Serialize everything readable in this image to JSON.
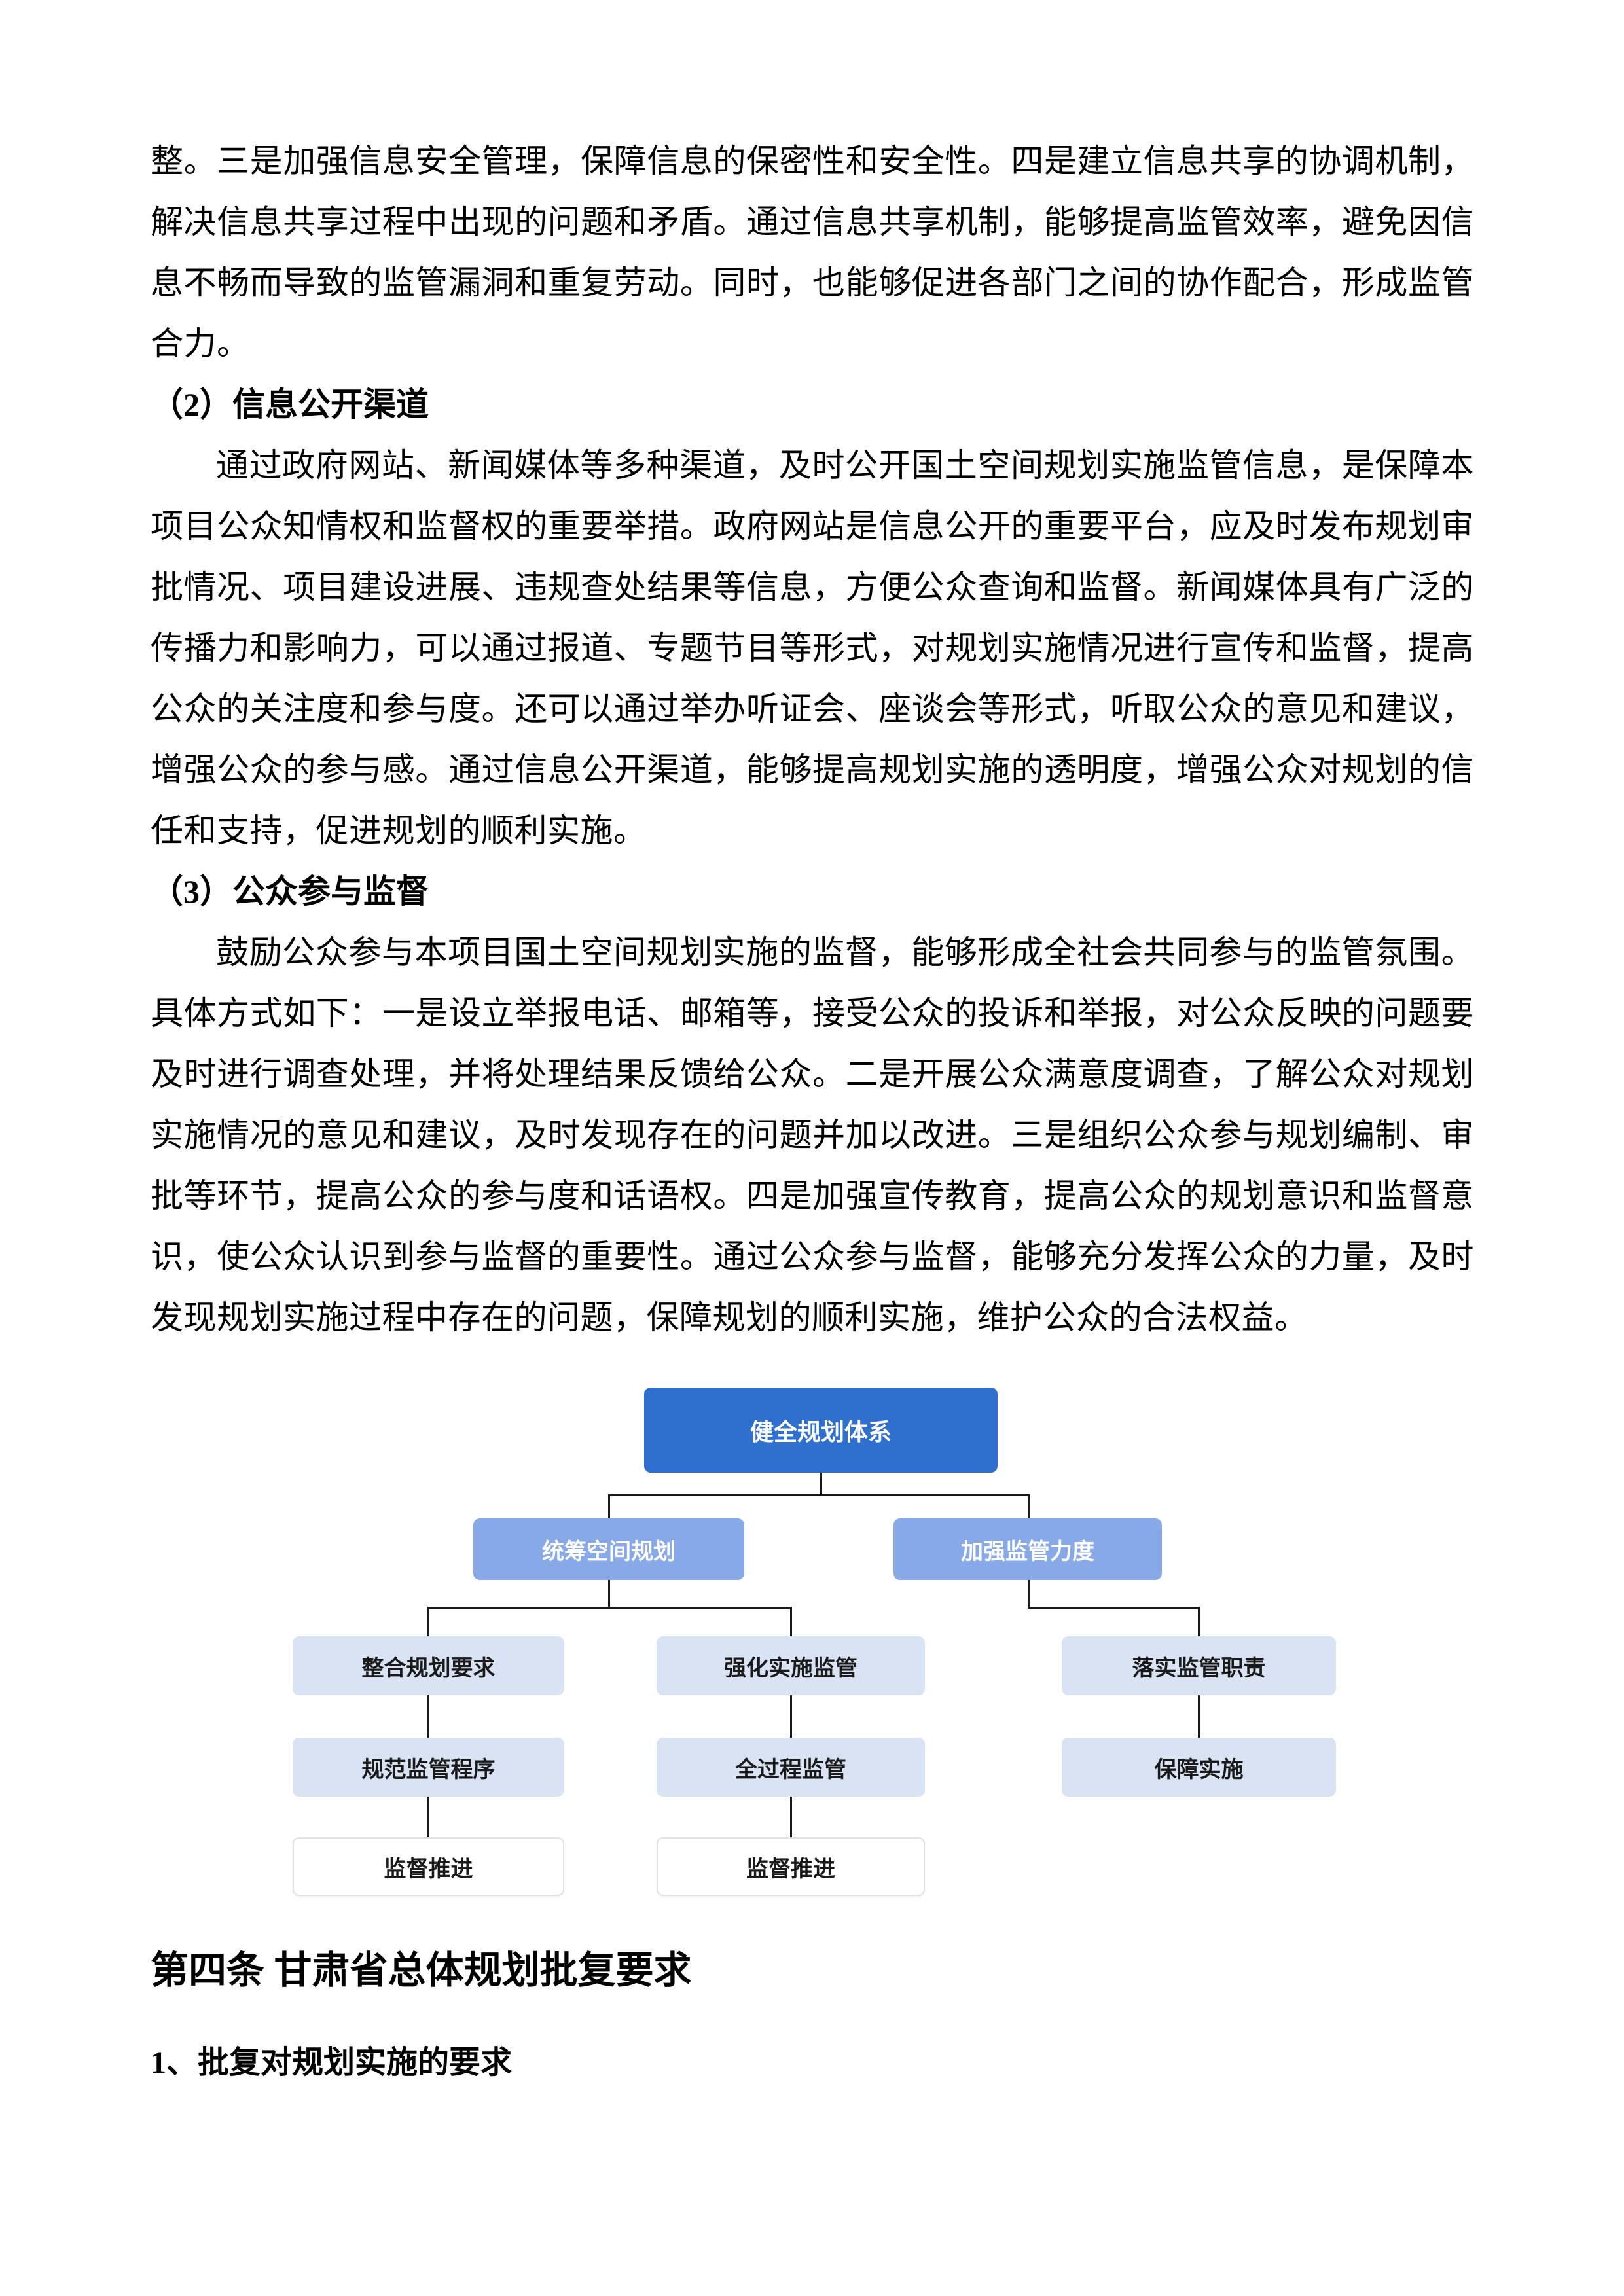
{
  "document": {
    "paragraphs": {
      "continuation": "整。三是加强信息安全管理，保障信息的保密性和安全性。四是建立信息共享的协调机制，解决信息共享过程中出现的问题和矛盾。通过信息共享机制，能够提高监管效率，避免因信息不畅而导致的监管漏洞和重复劳动。同时，也能够促进各部门之间的协作配合，形成监管合力。",
      "info_disclosure": "通过政府网站、新闻媒体等多种渠道，及时公开国土空间规划实施监管信息，是保障本项目公众知情权和监督权的重要举措。政府网站是信息公开的重要平台，应及时发布规划审批情况、项目建设进展、违规查处结果等信息，方便公众查询和监督。新闻媒体具有广泛的传播力和影响力，可以通过报道、专题节目等形式，对规划实施情况进行宣传和监督，提高公众的关注度和参与度。还可以通过举办听证会、座谈会等形式，听取公众的意见和建议，增强公众的参与感。通过信息公开渠道，能够提高规划实施的透明度，增强公众对规划的信任和支持，促进规划的顺利实施。",
      "public_participation": "鼓励公众参与本项目国土空间规划实施的监督，能够形成全社会共同参与的监管氛围。具体方式如下：一是设立举报电话、邮箱等，接受公众的投诉和举报，对公众反映的问题要及时进行调查处理，并将处理结果反馈给公众。二是开展公众满意度调查，了解公众对规划实施情况的意见和建议，及时发现存在的问题并加以改进。三是组织公众参与规划编制、审批等环节，提高公众的参与度和话语权。四是加强宣传教育，提高公众的规划意识和监督意识，使公众认识到参与监督的重要性。通过公众参与监督，能够充分发挥公众的力量，及时发现规划实施过程中存在的问题，保障规划的顺利实施，维护公众的合法权益。"
    },
    "headings": {
      "info_disclosure": "（2）信息公开渠道",
      "public_participation": "（3）公众参与监督",
      "chapter": "第四条 甘肃省总体规划批复要求",
      "sub_item": "1、批复对规划实施的要求"
    }
  },
  "diagram": {
    "root": "健全规划体系",
    "level2": [
      "统筹空间规划",
      "加强监管力度"
    ],
    "level3": [
      "整合规划要求",
      "强化实施监管",
      "落实监管职责"
    ],
    "level4": [
      "规范监管程序",
      "全过程监管",
      "保障实施"
    ],
    "level5": [
      "监督推进",
      "监督推进"
    ],
    "colors": {
      "root_fill": "#2f6fce",
      "branch_fill": "#87a9e7",
      "leaf_fill": "#d9e3f4",
      "terminal_fill": "#ffffff",
      "node_text_light": "#ffffff",
      "node_text_dark": "#1a1a1a",
      "connector": "#1a1a1a"
    }
  }
}
